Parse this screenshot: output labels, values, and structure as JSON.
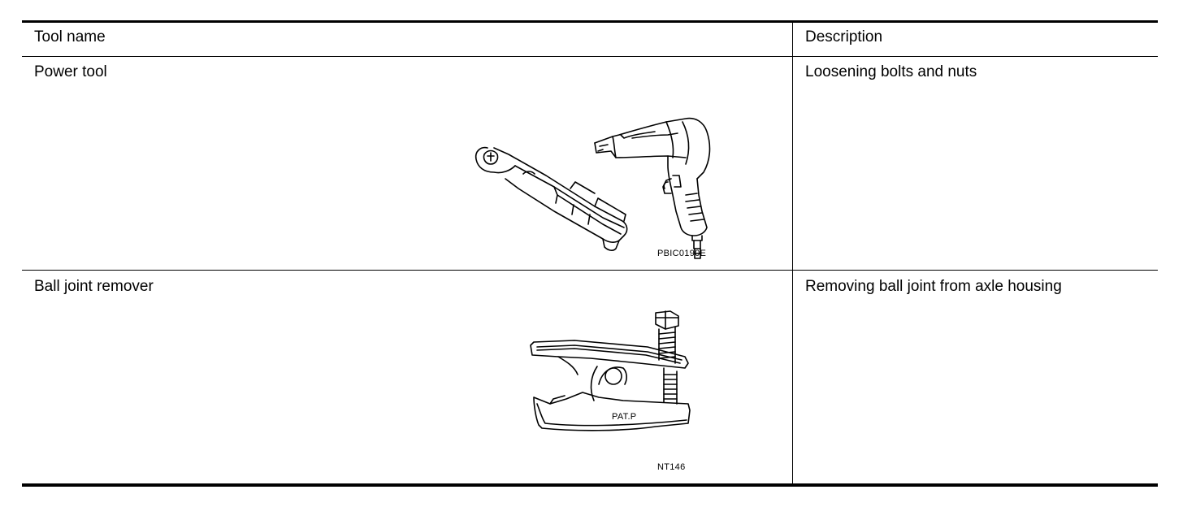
{
  "table": {
    "header": {
      "tool_name": "Tool name",
      "description": "Description"
    },
    "rows": [
      {
        "tool_name": "Power tool",
        "description": "Loosening bolts and nuts",
        "figure_code": "PBIC0190E"
      },
      {
        "tool_name": "Ball joint remover",
        "description": "Removing ball joint from axle housing",
        "figure_code": "NT146",
        "figure_marking": "PAT.P"
      }
    ]
  }
}
